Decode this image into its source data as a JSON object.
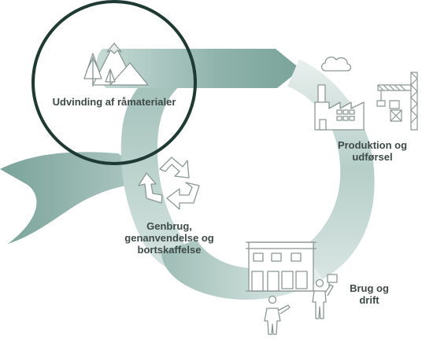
{
  "stages": {
    "extraction": {
      "label": "Udvinding af råmaterialer"
    },
    "production": {
      "line1": "Produktion og",
      "line2": "udførsel"
    },
    "use": {
      "line1": "Brug og",
      "line2": "drift"
    },
    "recycling": {
      "line1": "Genbrug,",
      "line2": "genanvendelse og",
      "line3": "bortskaffelse"
    }
  },
  "colors": {
    "arrow_dark": "#7aa39a",
    "arrow_light": "#e6efed",
    "highlight_ring": "#1f3a33",
    "icon_stroke": "#8a9894",
    "text": "#3d4a47"
  },
  "icons": [
    "mountains-trees-icon",
    "factory-icon",
    "crane-icon",
    "building-icon",
    "people-icon",
    "recycle-icon"
  ]
}
